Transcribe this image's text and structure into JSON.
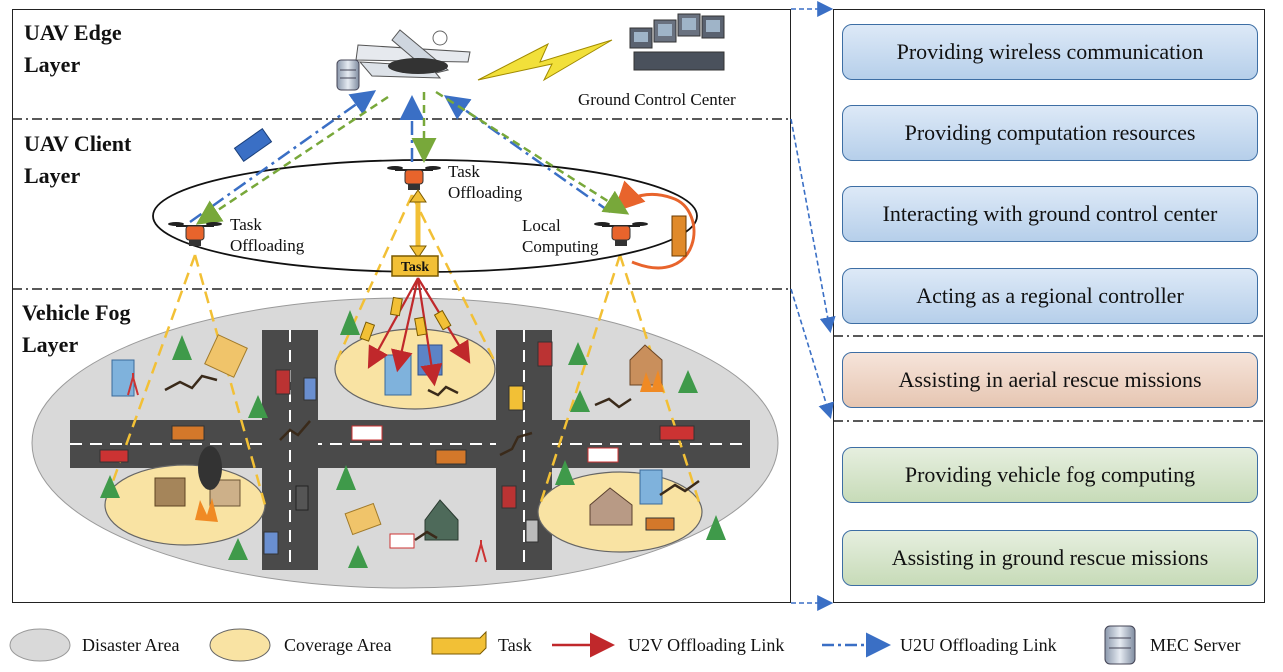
{
  "layers": {
    "edge": "UAV Edge\nLayer",
    "client": "UAV Client\nLayer",
    "fog": "Vehicle Fog\nLayer"
  },
  "labels": {
    "ground_control_center": "Ground Control Center",
    "task_offloading_left": "Task\nOffloading",
    "task_offloading_center": "Task\nOffloading",
    "local_computing": "Local\nComputing",
    "task": "Task"
  },
  "roles": [
    "Providing wireless communication",
    "Providing computation resources",
    "Interacting with ground control center",
    "Acting as a regional controller",
    "Assisting in aerial rescue missions",
    "Providing vehicle fog computing",
    "Assisting in ground rescue missions"
  ],
  "legend": {
    "disaster_area": "Disaster Area",
    "coverage_area": "Coverage Area",
    "task": "Task",
    "u2v_link": "U2V Offloading Link",
    "u2u_link": "U2U Offloading Link",
    "mec_server": "MEC Server"
  },
  "colors": {
    "disaster_area": "#d9d9d9",
    "coverage_area": "#f9e3a3",
    "task": "#f2c036",
    "u2v_link": "#c0282b",
    "u2u_link": "#3a6fc5",
    "offload_green": "#78a83a",
    "uav_orange": "#e8642c",
    "coverage_dash": "#f2c036"
  }
}
